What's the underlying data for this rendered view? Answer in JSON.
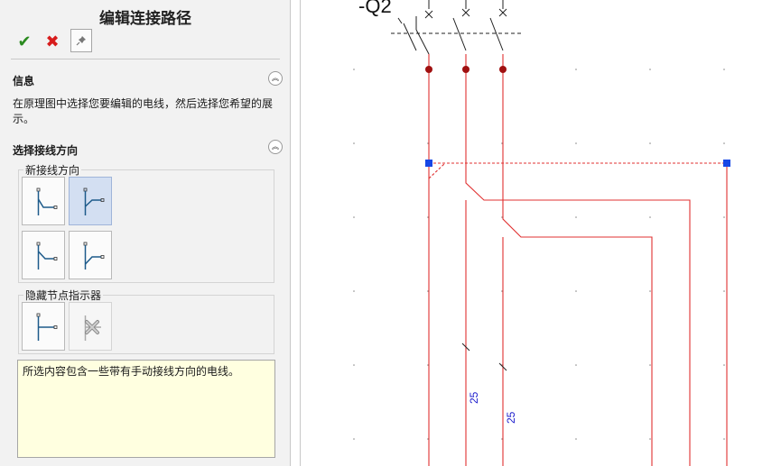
{
  "panel": {
    "title": "编辑连接路径",
    "toolbar": {
      "ok_icon": "check-icon",
      "cancel_icon": "x-icon",
      "pin_icon": "pushpin-icon"
    },
    "info": {
      "header": "信息",
      "text": "在原理图中选择您要编辑的电线，然后选择您希望的展示。"
    },
    "direction": {
      "header": "选择接线方向",
      "group_label": "新接线方向",
      "options": [
        {
          "icon": "wire-direction-down-right-icon",
          "selected": false
        },
        {
          "icon": "wire-direction-diagonal-right-icon",
          "selected": true
        },
        {
          "icon": "wire-direction-right-down-icon",
          "selected": false
        },
        {
          "icon": "wire-direction-diagonal-down-icon",
          "selected": false
        }
      ]
    },
    "node_indicator": {
      "group_label": "隐藏节点指示器",
      "options": [
        {
          "icon": "show-node-indicator-icon",
          "selected": false
        },
        {
          "icon": "hide-node-indicator-icon",
          "selected": false
        }
      ]
    },
    "message": "所选内容包含一些带有手动接线方向的电线。"
  },
  "canvas": {
    "component_label": "-Q2",
    "wire_labels": [
      "25",
      "25"
    ],
    "colors": {
      "wire": "#e03030",
      "selection": "#1747e6",
      "label": "#1a1acc"
    }
  }
}
